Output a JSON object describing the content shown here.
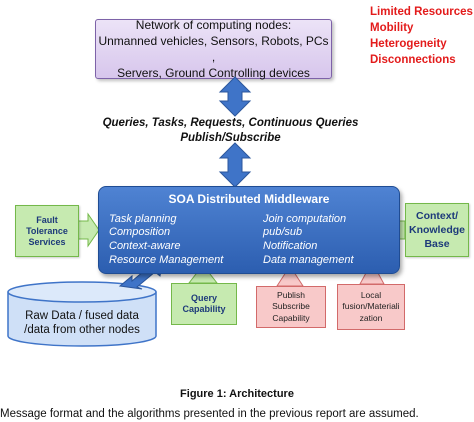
{
  "network": {
    "lines": [
      "Network of computing nodes:",
      "Unmanned vehicles, Sensors, Robots, PCs ,",
      "Servers, Ground Controlling devices"
    ]
  },
  "constraints": [
    "Limited Resources",
    "Mobility",
    "Heterogeneity",
    "Disconnections"
  ],
  "queries": {
    "line1": "Queries, Tasks, Requests, Continuous Queries",
    "line2": "Publish/Subscribe"
  },
  "middleware": {
    "title": "SOA Distributed Middleware",
    "left_items": [
      "Task planning",
      "Composition",
      "Context-aware",
      "Resource Management"
    ],
    "right_items": [
      "Join computation",
      "pub/sub",
      "Notification",
      "Data management"
    ]
  },
  "fault_tolerance": {
    "lines": [
      "Fault",
      "Tolerance",
      "Services"
    ]
  },
  "context_kb": {
    "lines": [
      "Context/",
      "Knowledge",
      "Base"
    ]
  },
  "raw_data": {
    "lines": [
      "Raw Data / fused data",
      "/data from other nodes"
    ]
  },
  "query_capability": {
    "lines": [
      "Query",
      "Capability"
    ]
  },
  "publish_subscribe": {
    "lines": [
      "Publish",
      "Subscribe",
      "Capability"
    ]
  },
  "local_fusion": {
    "lines": [
      "Local",
      "fusion/Materiali",
      "zation"
    ]
  },
  "caption": "Figure 1: Architecture",
  "body_text": "Message format and the algorithms presented in the previous report are assumed.",
  "colors": {
    "constraints_red": "#e31b1b",
    "middleware_blue": "#3b6ec4",
    "arrow_blue": "#3f74c8",
    "green_box": "#c6eab0",
    "pink_box": "#f8c9c9",
    "purple_box": "#e0d3f0"
  }
}
